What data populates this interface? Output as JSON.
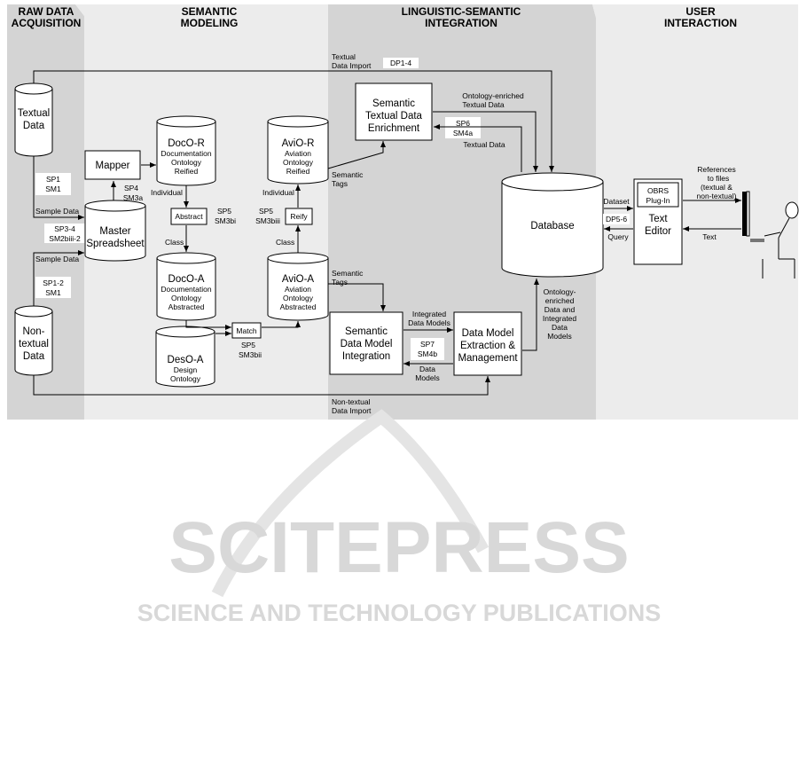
{
  "phases": {
    "raw_line1": "RAW DATA",
    "raw_line2": "ACQUISITION",
    "sem_line1": "SEMANTIC",
    "sem_line2": "MODELING",
    "ling_line1": "LINGUISTIC-SEMANTIC",
    "ling_line2": "INTEGRATION",
    "user_line1": "USER",
    "user_line2": "INTERACTION"
  },
  "nodes": {
    "textual_data": [
      "Textual",
      "Data"
    ],
    "nontextual_data": [
      "Non-",
      "textual",
      "Data"
    ],
    "mapper": "Mapper",
    "master_spreadsheet": [
      "Master",
      "Spreadsheet"
    ],
    "doco_r": {
      "title": "DocO-R",
      "sub": [
        "Documentation",
        "Ontology",
        "Reified"
      ]
    },
    "doco_a": {
      "title": "DocO-A",
      "sub": [
        "Documentation",
        "Ontology",
        "Abstracted"
      ]
    },
    "deso_a": {
      "title": "DesO-A",
      "sub": [
        "Design",
        "Ontology"
      ]
    },
    "avio_r": {
      "title": "AviO-R",
      "sub": [
        "Aviation",
        "Ontology",
        "Reified"
      ]
    },
    "avio_a": {
      "title": "AviO-A",
      "sub": [
        "Aviation",
        "Ontology",
        "Abstracted"
      ]
    },
    "abstract": "Abstract",
    "reify": "Reify",
    "match": "Match",
    "semantic_enrichment": [
      "Semantic",
      "Textual Data",
      "Enrichment"
    ],
    "semantic_dm_integration": [
      "Semantic",
      "Data Model",
      "Integration"
    ],
    "dm_extraction": [
      "Data Model",
      "Extraction &",
      "Management"
    ],
    "database": "Database",
    "obrs_plugin": [
      "OBRS",
      "Plug-In"
    ],
    "text_editor": [
      "Text",
      "Editor"
    ]
  },
  "codes": {
    "dp1_4": "DP1-4",
    "sp1_sm1": [
      "SP1",
      "SM1"
    ],
    "sp3_4": [
      "SP3-4",
      "SM2biii-2"
    ],
    "sp1_2": [
      "SP1-2",
      "SM1"
    ],
    "sp4": [
      "SP4",
      "SM3a"
    ],
    "sp5_bi": [
      "SP5",
      "SM3bi"
    ],
    "sp5_biii": [
      "SP5",
      "SM3biii"
    ],
    "sp5_bii": [
      "SP5",
      "SM3bii"
    ],
    "sp6": [
      "SP6",
      "SM4a"
    ],
    "sp7": [
      "SP7",
      "SM4b"
    ],
    "dp5_6": "DP5-6"
  },
  "labels": {
    "textual_import": [
      "Textual",
      "Data Import"
    ],
    "sample_data_1": "Sample Data",
    "sample_data_2": "Sample Data",
    "individual_1": "Individual",
    "individual_2": "Individual",
    "class_1": "Class",
    "class_2": "Class",
    "semantic_tags_1": [
      "Semantic",
      "Tags"
    ],
    "semantic_tags_2": [
      "Semantic",
      "Tags"
    ],
    "ont_enriched_textual": [
      "Ontology-enriched",
      "Textual Data"
    ],
    "textual_data": "Textual Data",
    "integrated_dm": [
      "Integrated",
      "Data Models"
    ],
    "data_models": [
      "Data",
      "Models"
    ],
    "ont_enriched_integrated": [
      "Ontology-",
      "enriched",
      "Data and",
      "Integrated",
      "Data",
      "Models"
    ],
    "nontextual_import": [
      "Non-textual",
      "Data Import"
    ],
    "dataset": "Dataset",
    "query": "Query",
    "references": [
      "References",
      "to files",
      "(textual &",
      "non-textual)"
    ],
    "text": "Text"
  },
  "watermark": {
    "line1": "SCITEPRESS",
    "line2": "SCIENCE AND TECHNOLOGY PUBLICATIONS"
  },
  "colors": {
    "band_dark": "#d4d4d4",
    "band_light": "#ececec",
    "watermark": "#d8d8d8"
  }
}
